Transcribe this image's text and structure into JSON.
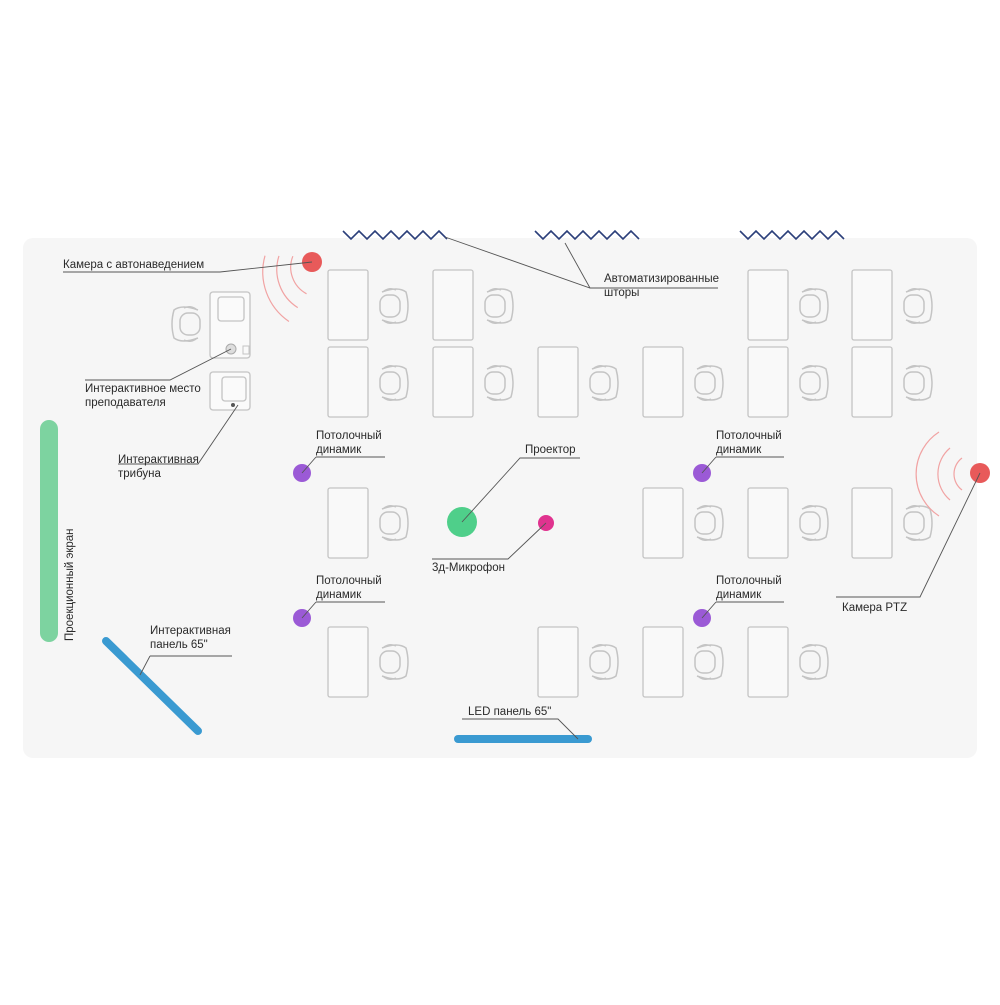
{
  "labels": {
    "camera_auto": "Камера с автонаведением",
    "blinds": {
      "line1": "Автоматизированные",
      "line2": "шторы"
    },
    "teacher_place": {
      "line1": "Интерактивное место",
      "line2": "преподавателя"
    },
    "tribune": {
      "line1": "Интерактивная",
      "line2": "трибуна"
    },
    "speaker_1": {
      "line1": "Потолочный",
      "line2": "динамик"
    },
    "speaker_2": {
      "line1": "Потолочный",
      "line2": "динамик"
    },
    "speaker_3": {
      "line1": "Потолочный",
      "line2": "динамик"
    },
    "speaker_4": {
      "line1": "Потолочный",
      "line2": "динамик"
    },
    "projector": "Проектор",
    "mic": "3д-Микрофон",
    "camera_ptz": "Камера PTZ",
    "projection_screen": "Проекционный экран",
    "interactive_panel": {
      "line1": "Интерактивная",
      "line2": "панель 65\""
    },
    "led_panel": "LED панель 65\""
  },
  "colors": {
    "room_bg": "#f6f6f6",
    "camera": "#e85a5a",
    "speaker": "#9b5ad6",
    "projector": "#4fcf8a",
    "mic": "#e0338f",
    "screen": "#7dd3a0",
    "panel": "#3a9ad1",
    "blinds": "#2b3f7a",
    "furniture_stroke": "#c4c4c4",
    "leader_line": "#555555"
  },
  "icons": [
    "desk-icon",
    "chair-icon",
    "blinds-zigzag-icon",
    "camera-icon",
    "speaker-icon",
    "projector-icon",
    "microphone-icon",
    "signal-arcs-icon"
  ]
}
